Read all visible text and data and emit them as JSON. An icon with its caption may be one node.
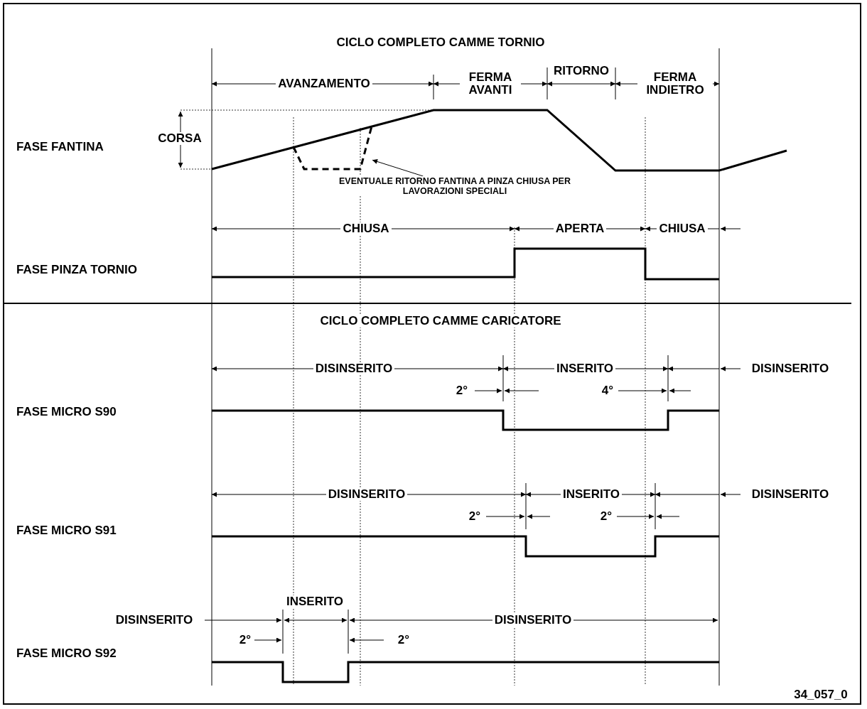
{
  "diagram": {
    "nodes": [
      {
        "text": [
          "EVENTUALE RITORNO FANTINA A PINZA CHIUSA PER LAVORAZIONI SPECIALI"
        ]
      },
      {
        "text": [],
        "shape": "line"
      }
    ],
    "edges": [
      {
        "from": 0,
        "to": 1,
        "arrow": "to"
      }
    ],
    "labels": [
      "CICLO COMPLETO CAMME TORNIO",
      "AVANZAMENTO",
      "FERMA AVANTI",
      "RITORNO",
      "FERMA INDIETRO",
      "CORSA",
      "FASE FANTINA",
      "CHIUSA",
      "APERTA",
      "CHIUSA",
      "FASE PINZA TORNIO",
      "CICLO COMPLETO CAMME CARICATORE",
      "DISINSERITO",
      "INSERITO",
      "DISINSERITO",
      "2°",
      "4°",
      "FASE MICRO S90",
      "DISINSERITO",
      "INSERITO",
      "DISINSERITO",
      "2°",
      "2°",
      "FASE MICRO S91",
      "INSERITO",
      "DISINSERITO",
      "DISINSERITO",
      "2°",
      "2°",
      "FASE MICRO S92",
      "34_057_0"
    ]
  }
}
